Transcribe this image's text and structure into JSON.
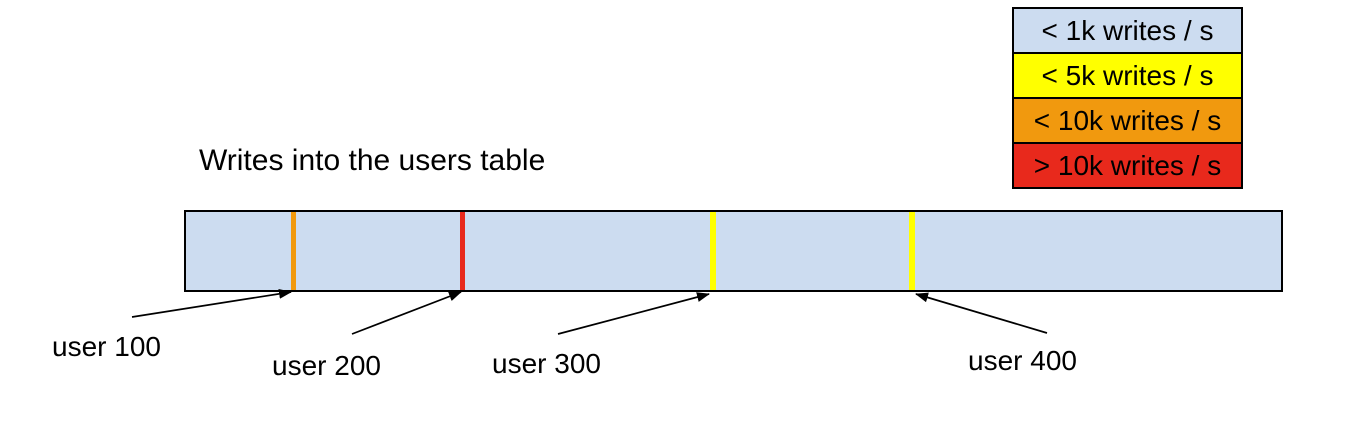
{
  "title": "Writes into the users table",
  "legend": {
    "items": [
      {
        "label": "< 1k writes / s",
        "color": "#ccdcf0"
      },
      {
        "label": "< 5k writes / s",
        "color": "#ffff00"
      },
      {
        "label": "< 10k writes / s",
        "color": "#f1990e"
      },
      {
        "label": "> 10k writes / s",
        "color": "#e8291c"
      }
    ]
  },
  "table_bar": {
    "fill": "#ccdcf0",
    "border": "#000000",
    "markers": [
      {
        "user": "user 100",
        "rate": "< 10k writes / s",
        "color": "#f1990e"
      },
      {
        "user": "user 200",
        "rate": "> 10k writes / s",
        "color": "#e8291c"
      },
      {
        "user": "user 300",
        "rate": "< 5k writes / s",
        "color": "#ffff00"
      },
      {
        "user": "user 400",
        "rate": "< 5k writes / s",
        "color": "#ffff00"
      }
    ]
  }
}
